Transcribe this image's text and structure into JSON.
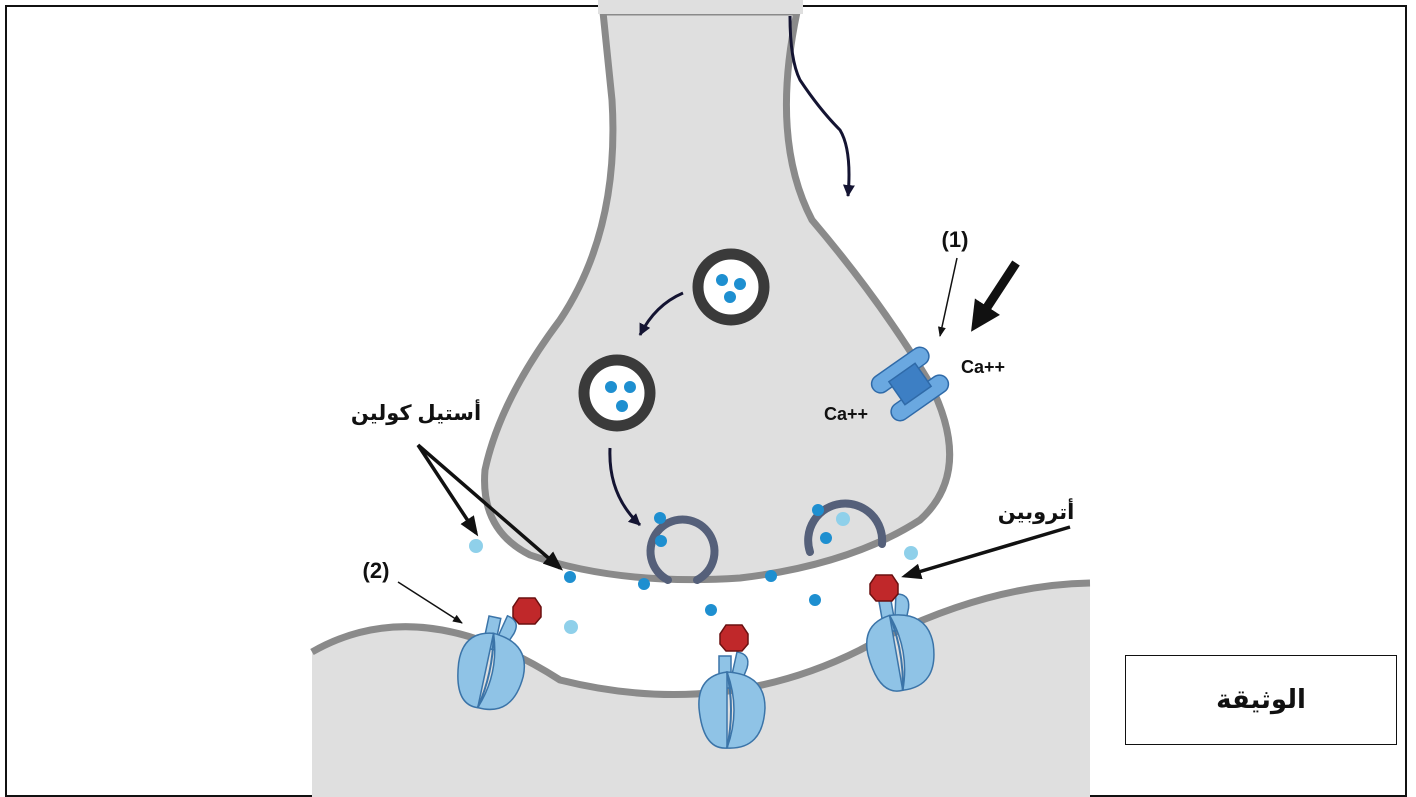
{
  "labels": {
    "marker_1": "(1)",
    "marker_2": "(2)",
    "ca_outside": "Ca++",
    "ca_inside": "Ca++",
    "acetylcholine": "أستيل كولين",
    "atropine": "أتروبين",
    "document_title": "الوثيقة"
  },
  "colors": {
    "neuron_fill": "#dfdfdf",
    "membrane": "#8a8a8a",
    "vesicle_ring": "#3a3a3a",
    "vesicle_open": "#55607a",
    "neurotransmitter": "#1e8fd0",
    "neurotransmitter_light": "#8fd0ea",
    "receptor": "#8fc3e6",
    "receptor_outline": "#3b74a8",
    "atropine": "#c0282a",
    "ca_channel": "#4a8fd4",
    "arrow": "#141432"
  },
  "icons": {
    "ca_channel": "calcium-channel-icon",
    "receptor": "receptor-protein-icon",
    "atropine": "atropine-molecule-icon",
    "vesicle": "synaptic-vesicle-icon"
  }
}
